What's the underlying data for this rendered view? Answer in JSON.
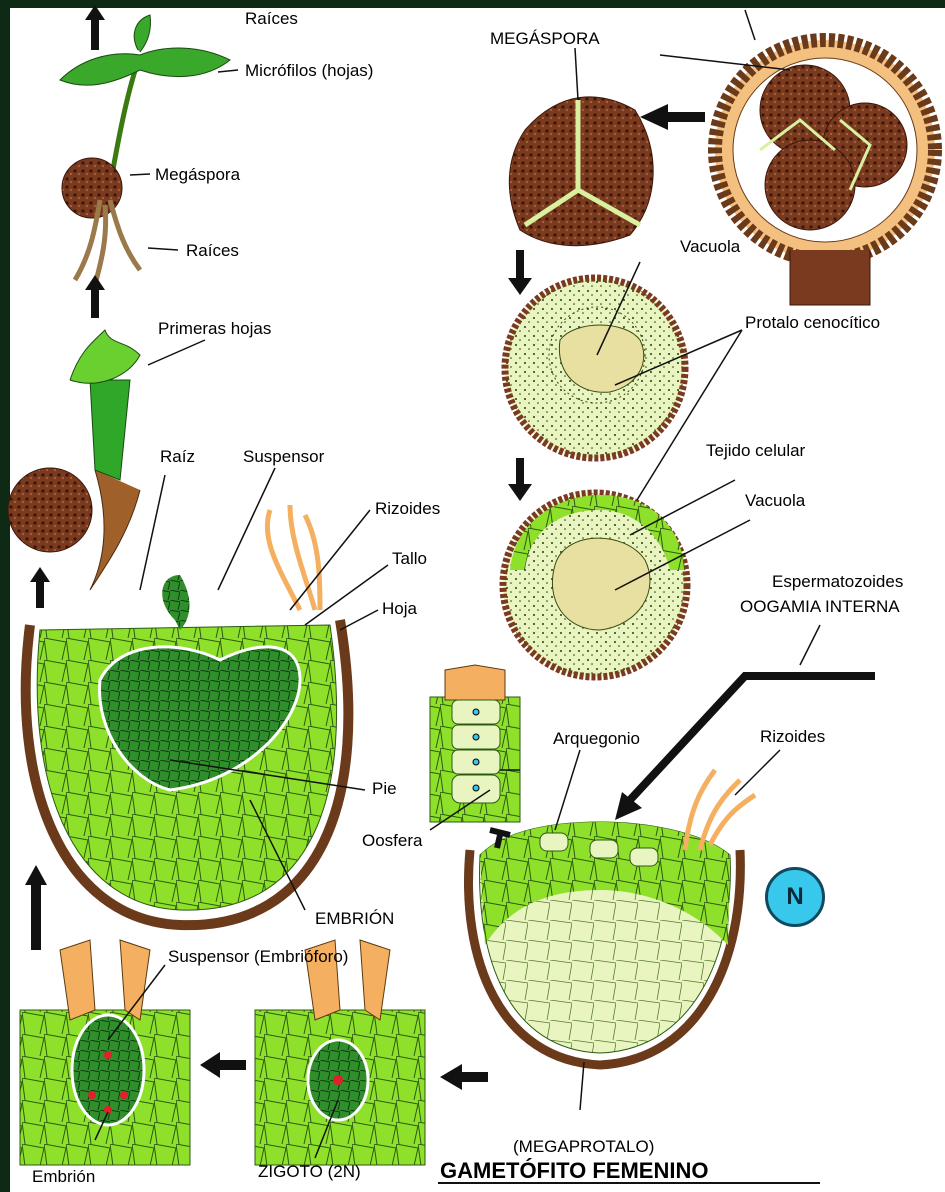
{
  "labels": {
    "raices_top": "Raíces",
    "microfilos": "Micrófilos (hojas)",
    "megaspora_plant": "Megáspora",
    "raices": "Raíces",
    "primeras_hojas": "Primeras hojas",
    "raiz": "Raíz",
    "suspensor": "Suspensor",
    "rizoides_embryo": "Rizoides",
    "tallo": "Tallo",
    "hoja": "Hoja",
    "pie": "Pie",
    "oosfera": "Oosfera",
    "embrion_upper": "EMBRIÓN",
    "suspensor_embrioforo": "Suspensor (Embrióforo)",
    "embrion_lower": "Embrión",
    "zigoto": "ZIGOTO (2N)",
    "megaspora_caps": "MEGÁSPORA",
    "vacuola_1": "Vacuola",
    "protalo": "Protalo cenocítico",
    "tejido": "Tejido celular",
    "vacuola_2": "Vacuola",
    "espermatozoides": "Espermatozoides",
    "oogamia": "OOGAMIA INTERNA",
    "arquegonio": "Arquegonio",
    "rizoides_gameto": "Rizoides",
    "megaprotalo": "(MEGAPROTALO)",
    "gametofito": "GAMETÓFITO FEMENINO"
  },
  "badge": {
    "text": "N",
    "color": "#38c8ec"
  },
  "colors": {
    "tissue": "#8fe02a",
    "dark_tissue": "#2f8f2a",
    "spore_brown": "#7a3a1f",
    "suspensor_orange": "#f4b060",
    "pale_green": "#e8f5c0"
  }
}
